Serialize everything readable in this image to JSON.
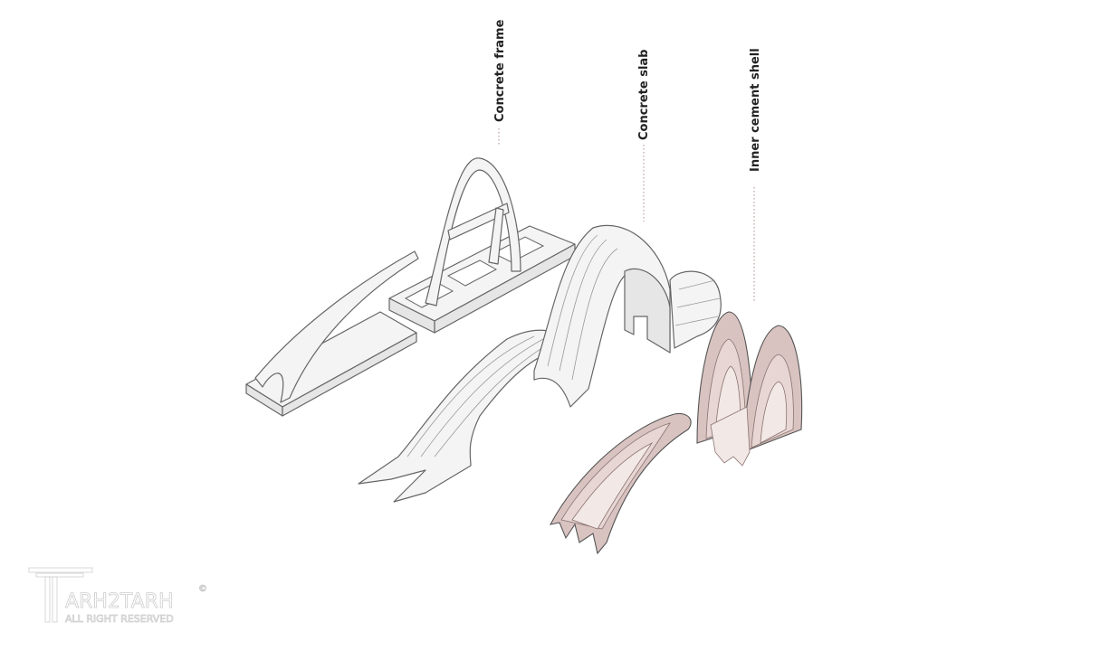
{
  "labels": {
    "concrete_frame": "Concrete frame",
    "concrete_slab": "Concrete slab",
    "inner_cement_shell": "Inner cement shell"
  },
  "watermark": {
    "brand": "ARH2TARH",
    "tagline": "ALL RIGHT RESERVED",
    "copyright": "©"
  },
  "colors": {
    "structure": "#f4f4f4",
    "shell": "#d9c3c0",
    "outline": "#666666",
    "leader": "#b08a8a"
  }
}
